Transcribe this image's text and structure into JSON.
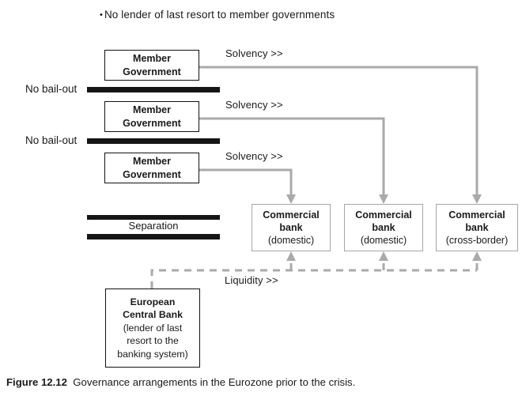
{
  "figure": {
    "bullet_glyph": "•",
    "bullet_note": "No lender of last resort to member governments",
    "caption_label": "Figure 12.12",
    "caption_text": "Governance arrangements in the Eurozone prior to the crisis."
  },
  "colors": {
    "connector": "#aaaaaa",
    "bar": "#151515",
    "box_black_border": "#111111",
    "box_gray_border": "#a7a7a7",
    "text": "#1a1a1a",
    "background": "#ffffff"
  },
  "nodes": {
    "member_governments": [
      {
        "line1": "Member",
        "line2": "Government"
      },
      {
        "line1": "Member",
        "line2": "Government"
      },
      {
        "line1": "Member",
        "line2": "Government"
      }
    ],
    "commercial_banks": [
      {
        "line1": "Commercial",
        "line2": "bank",
        "line3": "(domestic)"
      },
      {
        "line1": "Commercial",
        "line2": "bank",
        "line3": "(domestic)"
      },
      {
        "line1": "Commercial",
        "line2": "bank",
        "line3": "(cross-border)"
      }
    ],
    "central_bank": {
      "line1": "European",
      "line2": "Central Bank",
      "line3": "(lender of last",
      "line4": "resort to the",
      "line5": "banking system)"
    }
  },
  "edges": {
    "solvency_labels": [
      "Solvency >>",
      "Solvency >>",
      "Solvency >>"
    ],
    "liquidity_label": "Liquidity >>"
  },
  "bars": {
    "no_bailout_labels": [
      "No bail-out",
      "No bail-out"
    ],
    "separation_label": "Separation"
  }
}
